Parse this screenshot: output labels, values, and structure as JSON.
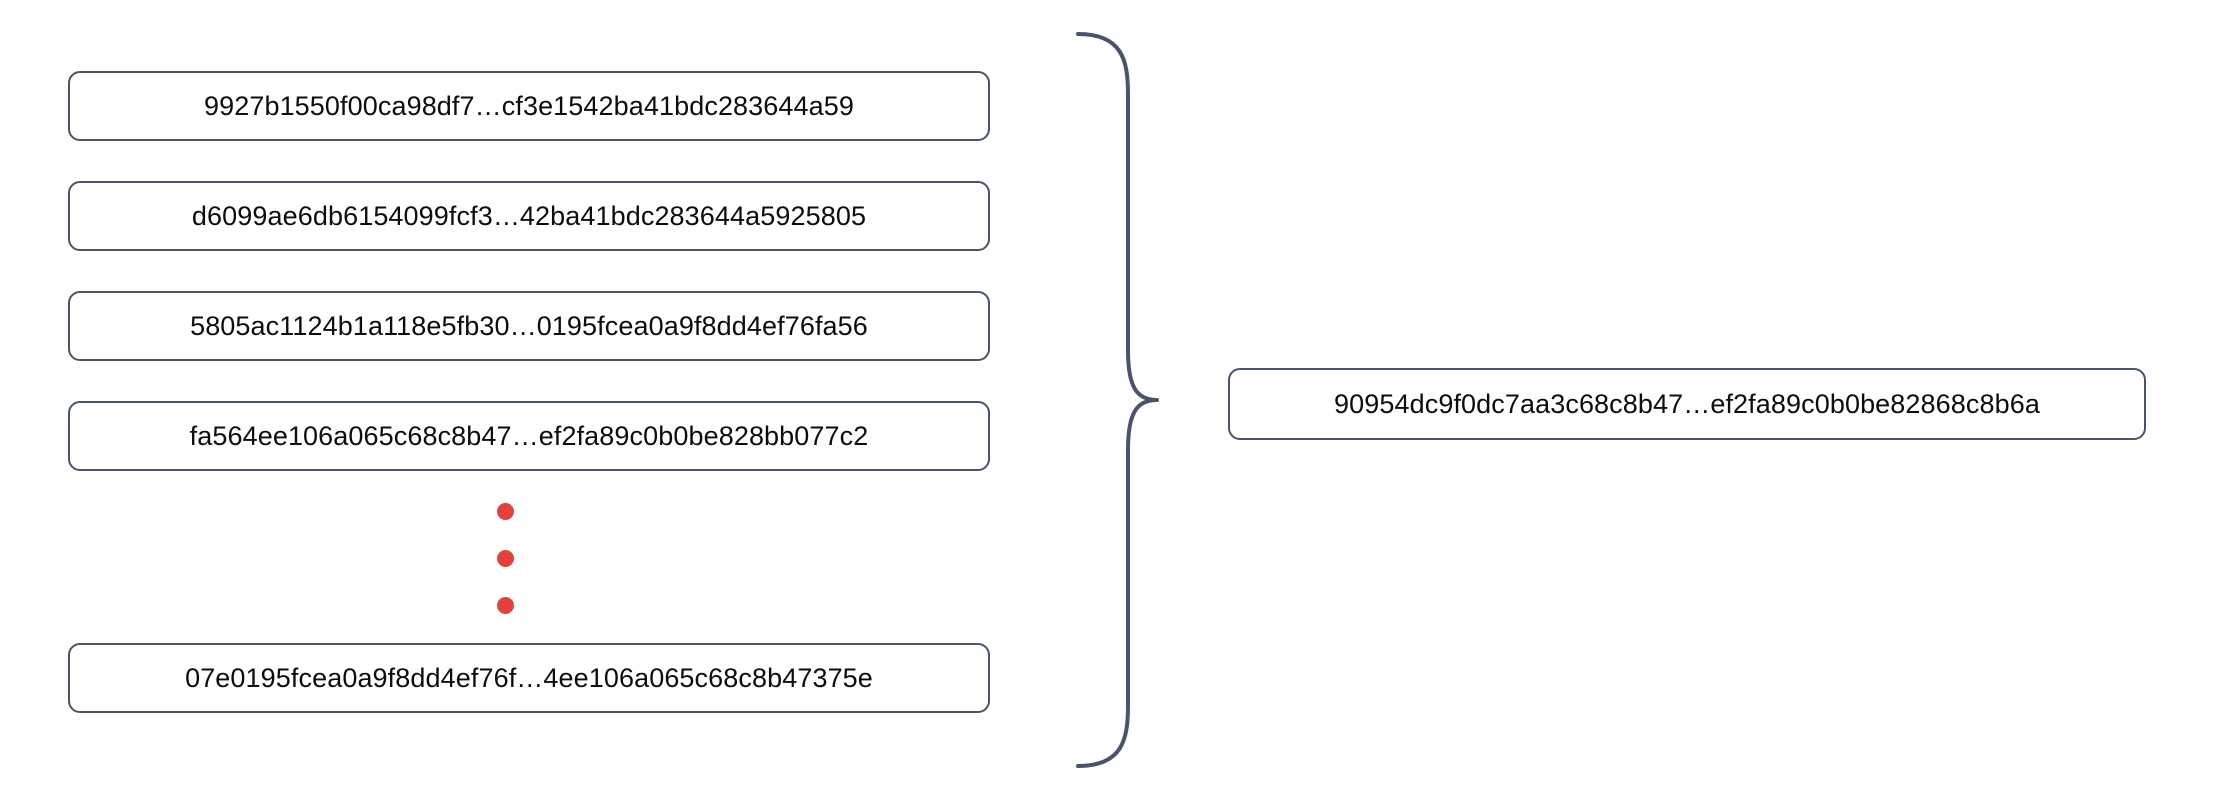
{
  "diagram": {
    "type": "hash-aggregation",
    "title": "",
    "colors": {
      "box_border": "#49536b",
      "box_fill": "#ffffff",
      "text": "#0d0d0d",
      "ellipsis_dot": "#e2413c",
      "brace": "#49536b",
      "background": "#ffffff"
    },
    "inputs": [
      {
        "hash": "9927b1550f00ca98df7…cf3e1542ba41bdc283644a59"
      },
      {
        "hash": "d6099ae6db6154099fcf3…42ba41bdc283644a5925805"
      },
      {
        "hash": "5805ac1124b1a118e5fb30…0195fcea0a9f8dd4ef76fa56"
      },
      {
        "hash": "fa564ee106a065c68c8b47…ef2fa89c0b0be828bb077c2"
      },
      {
        "hash": "07e0195fcea0a9f8dd4ef76f…4ee106a065c68c8b47375e"
      }
    ],
    "ellipsis": {
      "label": "vertical-ellipsis",
      "dot_count": 3
    },
    "brace": {
      "label": "grouping-brace",
      "direction": "right"
    },
    "output": {
      "hash": "90954dc9f0dc7aa3c68c8b47…ef2fa89c0b0be82868c8b6a"
    }
  }
}
